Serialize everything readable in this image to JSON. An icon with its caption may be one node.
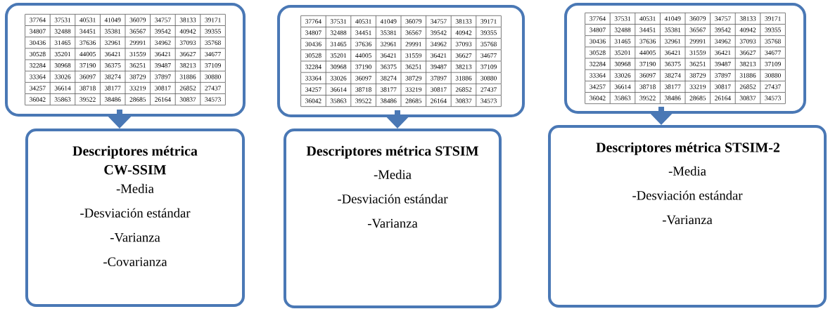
{
  "diagram": {
    "nodes": [
      {
        "text": [
          "37764",
          "37531",
          "40531",
          "41049",
          "36079",
          "34757",
          "38133",
          "39171",
          "34807",
          "32488",
          "34451",
          "35381",
          "36567",
          "39542",
          "40942",
          "39355",
          "30436",
          "31465",
          "37636",
          "32961",
          "29991",
          "34962",
          "37093",
          "35768",
          "30528",
          "35201",
          "44005",
          "36421",
          "31559",
          "36421",
          "36627",
          "34677",
          "32284",
          "30968",
          "37190",
          "36375",
          "36251",
          "39487",
          "38213",
          "37109",
          "33364",
          "33026",
          "36097",
          "38274",
          "38729",
          "37897",
          "31886",
          "30880",
          "34257",
          "36614",
          "38718",
          "38177",
          "33219",
          "30817",
          "26852",
          "27437",
          "36042",
          "35863",
          "39522",
          "38486",
          "28685",
          "26164",
          "30837",
          "34573"
        ]
      },
      {
        "text": [
          "37764",
          "37531",
          "40531",
          "41049",
          "36079",
          "34757",
          "38133",
          "39171",
          "34807",
          "32488",
          "34451",
          "35381",
          "36567",
          "39542",
          "40942",
          "39355",
          "30436",
          "31465",
          "37636",
          "32961",
          "29991",
          "34962",
          "37093",
          "35768",
          "30528",
          "35201",
          "44005",
          "36421",
          "31559",
          "36421",
          "36627",
          "34677",
          "32284",
          "30968",
          "37190",
          "36375",
          "36251",
          "39487",
          "38213",
          "37109",
          "33364",
          "33026",
          "36097",
          "38274",
          "38729",
          "37897",
          "31886",
          "30880",
          "34257",
          "36614",
          "38718",
          "38177",
          "33219",
          "30817",
          "26852",
          "27437",
          "36042",
          "35863",
          "39522",
          "38486",
          "28685",
          "26164",
          "30837",
          "34573"
        ]
      },
      {
        "text": [
          "37764",
          "37531",
          "40531",
          "41049",
          "36079",
          "34757",
          "38133",
          "39171",
          "34807",
          "32488",
          "34451",
          "35381",
          "36567",
          "39542",
          "40942",
          "39355",
          "30436",
          "31465",
          "37636",
          "32961",
          "29991",
          "34962",
          "37093",
          "35768",
          "30528",
          "35201",
          "44005",
          "36421",
          "31559",
          "36421",
          "36627",
          "34677",
          "32284",
          "30968",
          "37190",
          "36375",
          "36251",
          "39487",
          "38213",
          "37109",
          "33364",
          "33026",
          "36097",
          "38274",
          "38729",
          "37897",
          "31886",
          "30880",
          "34257",
          "36614",
          "38718",
          "38177",
          "33219",
          "30817",
          "26852",
          "27437",
          "36042",
          "35863",
          "39522",
          "38486",
          "28685",
          "26164",
          "30837",
          "34573"
        ]
      },
      {
        "text": [
          "Descriptores métrica CW-SSIM",
          "-Media",
          "-Desviación estándar",
          "-Varianza",
          "-Covarianza"
        ]
      },
      {
        "text": [
          "Descriptores métrica STSIM",
          "-Media",
          "-Desviación estándar",
          "-Varianza"
        ]
      },
      {
        "text": [
          "Descriptores métrica STSIM-2",
          "-Media",
          "-Desviación estándar",
          "-Varianza"
        ]
      }
    ],
    "edges": [
      {
        "from": 0,
        "to": 3,
        "arrow": "to"
      },
      {
        "from": 1,
        "to": 4,
        "arrow": "to"
      },
      {
        "from": 2,
        "to": 5,
        "arrow": "to"
      }
    ]
  }
}
